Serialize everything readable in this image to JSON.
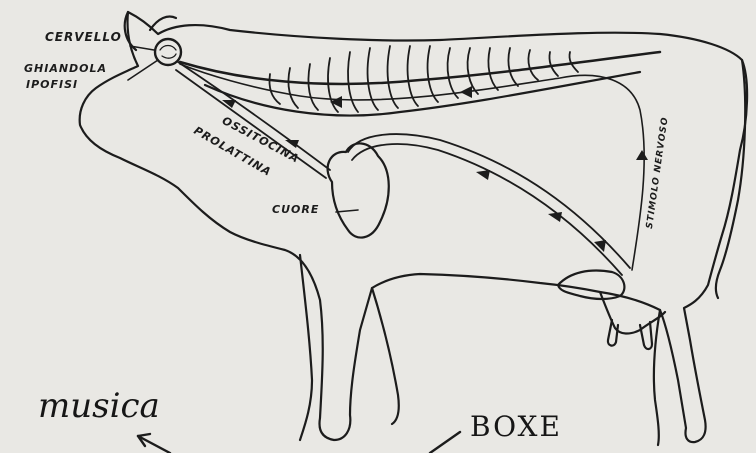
{
  "diagram": {
    "labels": {
      "brain": "CERVELLO",
      "gland_line1": "GHIANDOLA",
      "gland_line2": "IPOFISI",
      "oxytocin": "OSSITOCINA",
      "prolactin": "PROLATTINA",
      "heart": "CUORE",
      "nerve": "STIMOLO NERVOSO"
    },
    "annotations": {
      "music": "musica",
      "box": "BOXE"
    }
  },
  "colors": {
    "paper": "#e9e8e4",
    "ink": "#1c1c1c"
  }
}
